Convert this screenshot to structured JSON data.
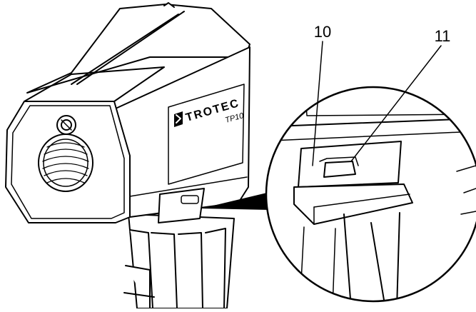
{
  "device": {
    "brand": "TROTEC",
    "model": "TP10"
  },
  "callouts": [
    {
      "number": "10"
    },
    {
      "number": "11"
    }
  ]
}
